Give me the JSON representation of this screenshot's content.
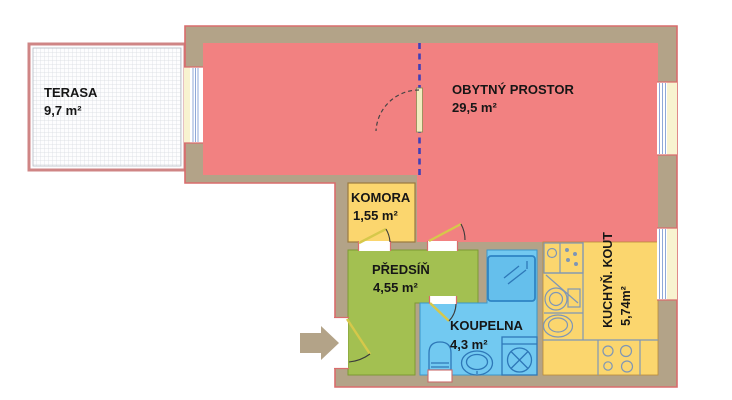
{
  "rooms": [
    {
      "name": "TERASA",
      "area": "9,7 m²"
    },
    {
      "name": "OBYTNÝ PROSTOR",
      "area": "29,5 m²"
    },
    {
      "name": "KOMORA",
      "area": "1,55 m²"
    },
    {
      "name": "PŘEDSÍŇ",
      "area": "4,55 m²"
    },
    {
      "name": "KOUPELNA",
      "area": "4,3 m²"
    },
    {
      "name": "KUCHYŇ. KOUT",
      "area": "5,74m²"
    }
  ],
  "colors": {
    "wall": "#b3a388",
    "outline": "#d96c6c",
    "living": "#f28181",
    "storage": "#fbd66e",
    "hall": "#a3c051",
    "bath": "#72c9f1",
    "kitchen": "#fbd66e",
    "terrace_border": "#cf8585",
    "partition": "#4040b8",
    "fixture": "#2e78b8",
    "kitchen_fixture": "#7e96b6",
    "door_leaf": "#d6c84a"
  },
  "icons": {
    "shower": "shower-square",
    "toilet": "toilet",
    "sink": "wash-basin",
    "washing_machine": "washer-drum-x",
    "stove": "four-burner-stove",
    "kitchen_sink": "sink-unit",
    "fridge": "boiler-fridge-unit",
    "entrance_arrow": "arrow-right",
    "door_swing": "quarter-arc"
  }
}
